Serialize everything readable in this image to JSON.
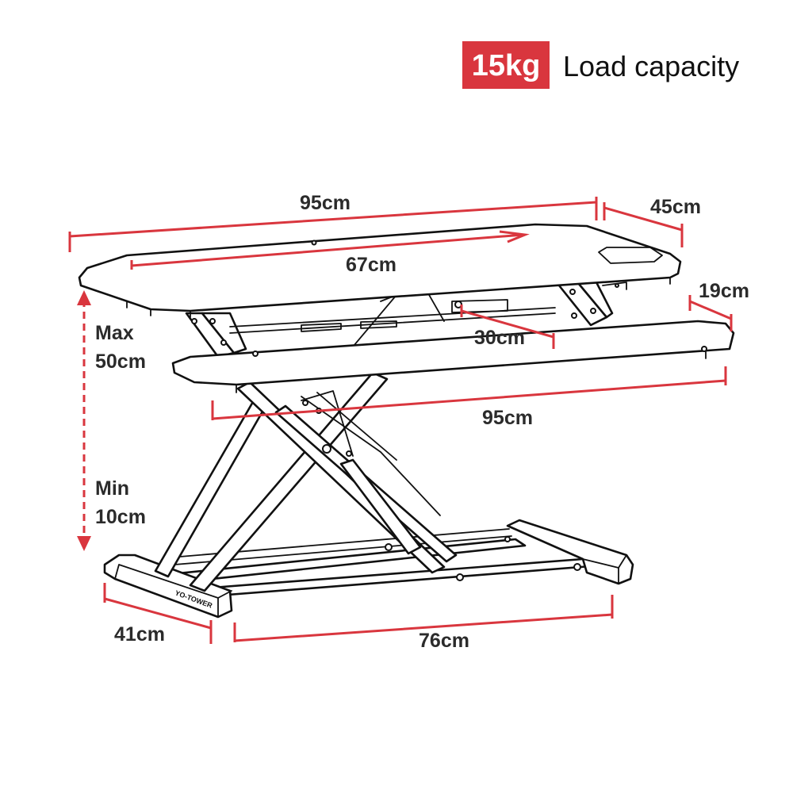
{
  "header": {
    "badge": "15kg",
    "caption": "Load capacity",
    "badge_color": "#d9363e"
  },
  "dimensions": {
    "top_width": "95cm",
    "top_depth": "45cm",
    "inner_width": "67cm",
    "keyboard_depth": "19cm",
    "keyboard_offset": "30cm",
    "keyboard_width": "95cm",
    "max_height_label": "Max",
    "max_height_value": "50cm",
    "min_height_label": "Min",
    "min_height_value": "10cm",
    "base_depth": "41cm",
    "base_width": "76cm"
  },
  "product": {
    "brand_logo": "YO-TOWER"
  },
  "colors": {
    "accent": "#d9363e",
    "line": "#111111",
    "text": "#2b2b2b"
  }
}
